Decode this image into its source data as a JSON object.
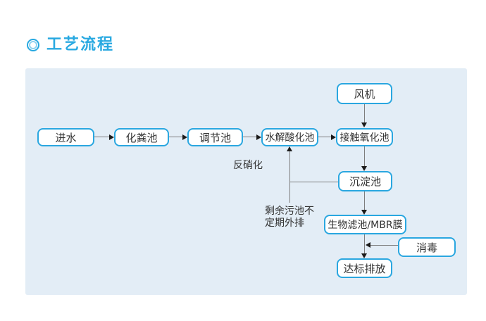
{
  "section": {
    "title": "工艺流程"
  },
  "colors": {
    "accent_blue": "#29a9e1",
    "node_border": "#2aa7e0",
    "panel_background": "#e3edf6",
    "node_text": "#333333",
    "line_gray": "#7d7d7d",
    "arrowhead_black": "#1a1a1a"
  },
  "diagram": {
    "nodes": [
      {
        "id": "inlet",
        "label": "进水"
      },
      {
        "id": "septic-tank",
        "label": "化粪池"
      },
      {
        "id": "regulating-tank",
        "label": "调节池"
      },
      {
        "id": "hydrolysis-acidification-tank",
        "label": "水解酸化池"
      },
      {
        "id": "contact-oxidation-tank",
        "label": "接触氧化池"
      },
      {
        "id": "blower",
        "label": "风机"
      },
      {
        "id": "sedimentation-tank",
        "label": "沉淀池"
      },
      {
        "id": "biofilter-mbr-membrane",
        "label": "生物滤池/MBR膜"
      },
      {
        "id": "disinfection",
        "label": "消毒"
      },
      {
        "id": "standard-discharge",
        "label": "达标排放"
      }
    ],
    "annotations": {
      "denitrification": "反硝化",
      "sludge_note": "剩余污池不\n定期外排"
    },
    "edges": [
      {
        "from": "inlet",
        "to": "septic-tank"
      },
      {
        "from": "septic-tank",
        "to": "regulating-tank"
      },
      {
        "from": "regulating-tank",
        "to": "hydrolysis-acidification-tank"
      },
      {
        "from": "hydrolysis-acidification-tank",
        "to": "contact-oxidation-tank"
      },
      {
        "from": "blower",
        "to": "contact-oxidation-tank"
      },
      {
        "from": "contact-oxidation-tank",
        "to": "sedimentation-tank"
      },
      {
        "from": "sedimentation-tank",
        "to": "hydrolysis-acidification-tank",
        "label": "反硝化"
      },
      {
        "from": "sedimentation-tank",
        "to": "sludge-outlet",
        "label": "剩余污池不定期外排"
      },
      {
        "from": "sedimentation-tank",
        "to": "biofilter-mbr-membrane"
      },
      {
        "from": "biofilter-mbr-membrane",
        "to": "standard-discharge"
      },
      {
        "from": "disinfection",
        "to": "standard-discharge"
      }
    ]
  }
}
